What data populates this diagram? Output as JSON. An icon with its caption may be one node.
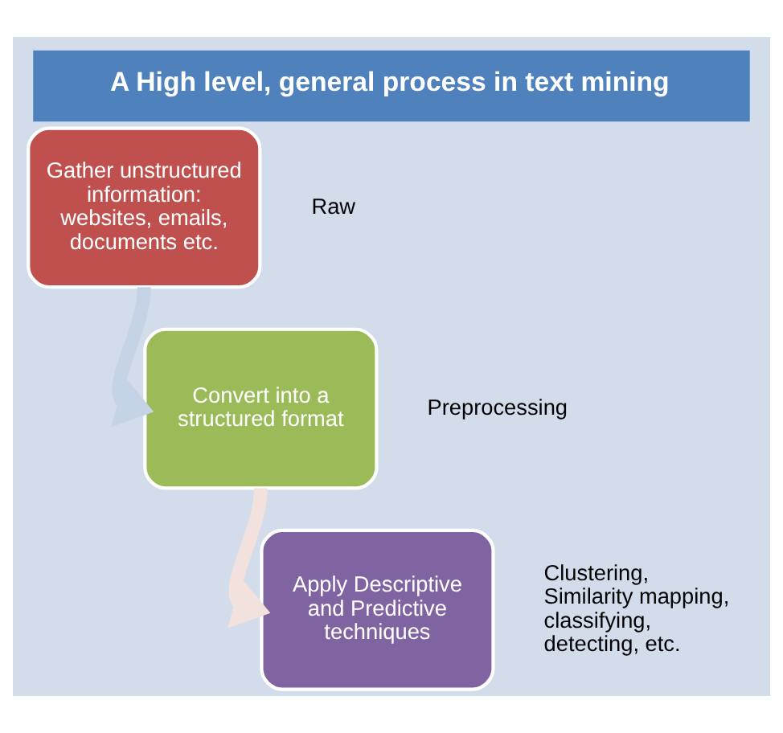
{
  "diagram": {
    "title": "A High level, general process in text mining",
    "nodes": [
      {
        "text": [
          "Gather unstructured information: websites, emails, documents etc."
        ],
        "beside": [
          "Raw"
        ]
      },
      {
        "text": [
          "Convert into a structured format"
        ],
        "beside": [
          "Preprocessing"
        ]
      },
      {
        "text": [
          "Apply Descriptive and Predictive techniques"
        ],
        "beside": [
          "Clustering, Similarity mapping, classifying, detecting, etc."
        ]
      }
    ],
    "edges": [
      {
        "from": 0,
        "to": 1,
        "arrow": "to",
        "color": "#c5d3e6"
      },
      {
        "from": 1,
        "to": 2,
        "arrow": "to",
        "color": "#f3e1de"
      }
    ]
  }
}
